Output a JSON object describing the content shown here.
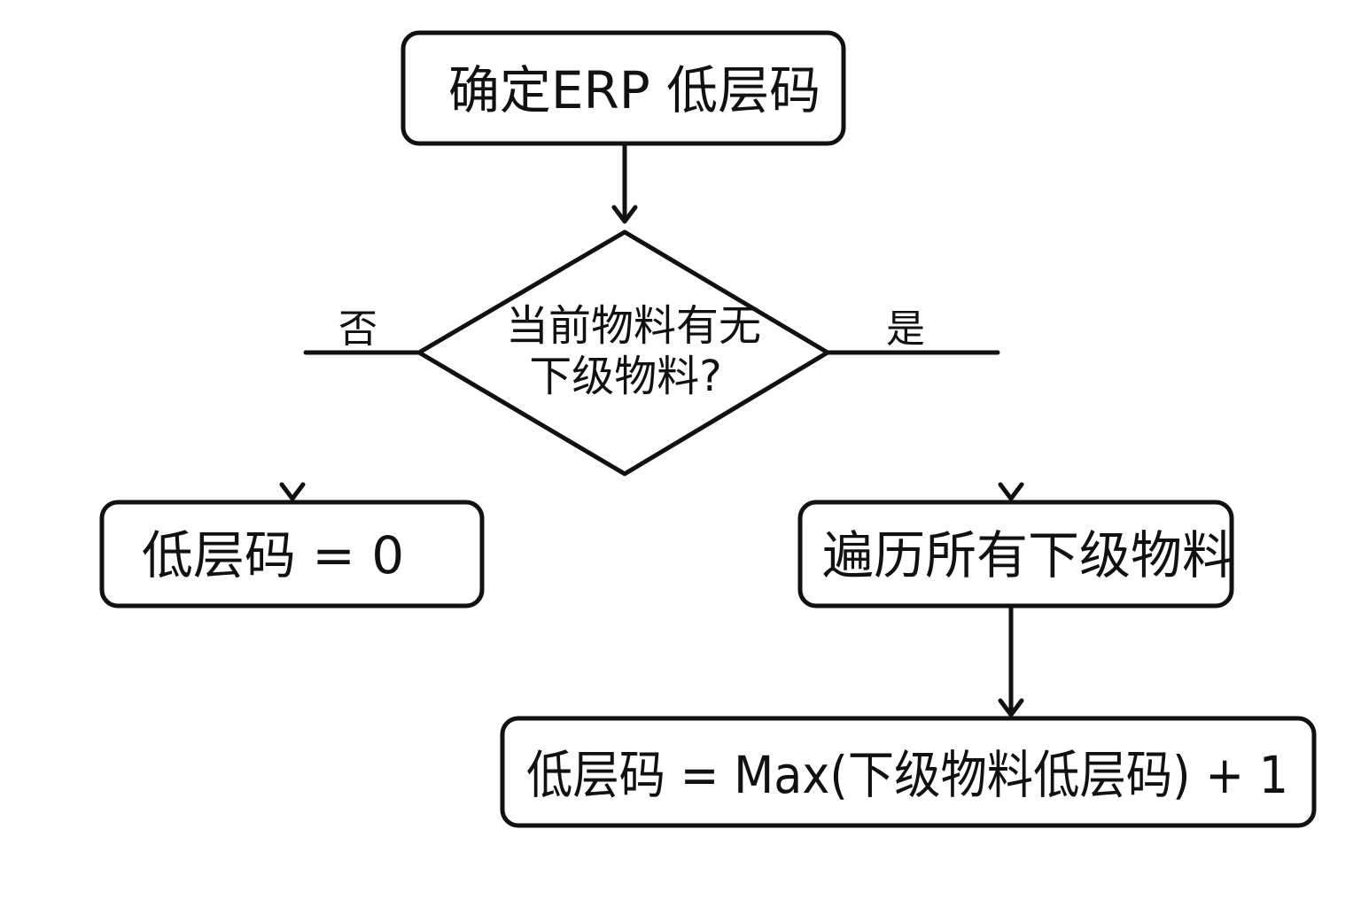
{
  "nodes": {
    "start": {
      "label": "确定ERP 低层码"
    },
    "decision": {
      "line1": "当前物料有无",
      "line2": "下级物料?"
    },
    "zero": {
      "label": "低层码 = 0"
    },
    "traverse": {
      "label": "遍历所有下级物料"
    },
    "formula": {
      "label": "低层码 = Max(下级物料低层码) + 1"
    }
  },
  "edges": {
    "no_label": "否",
    "yes_label": "是"
  }
}
